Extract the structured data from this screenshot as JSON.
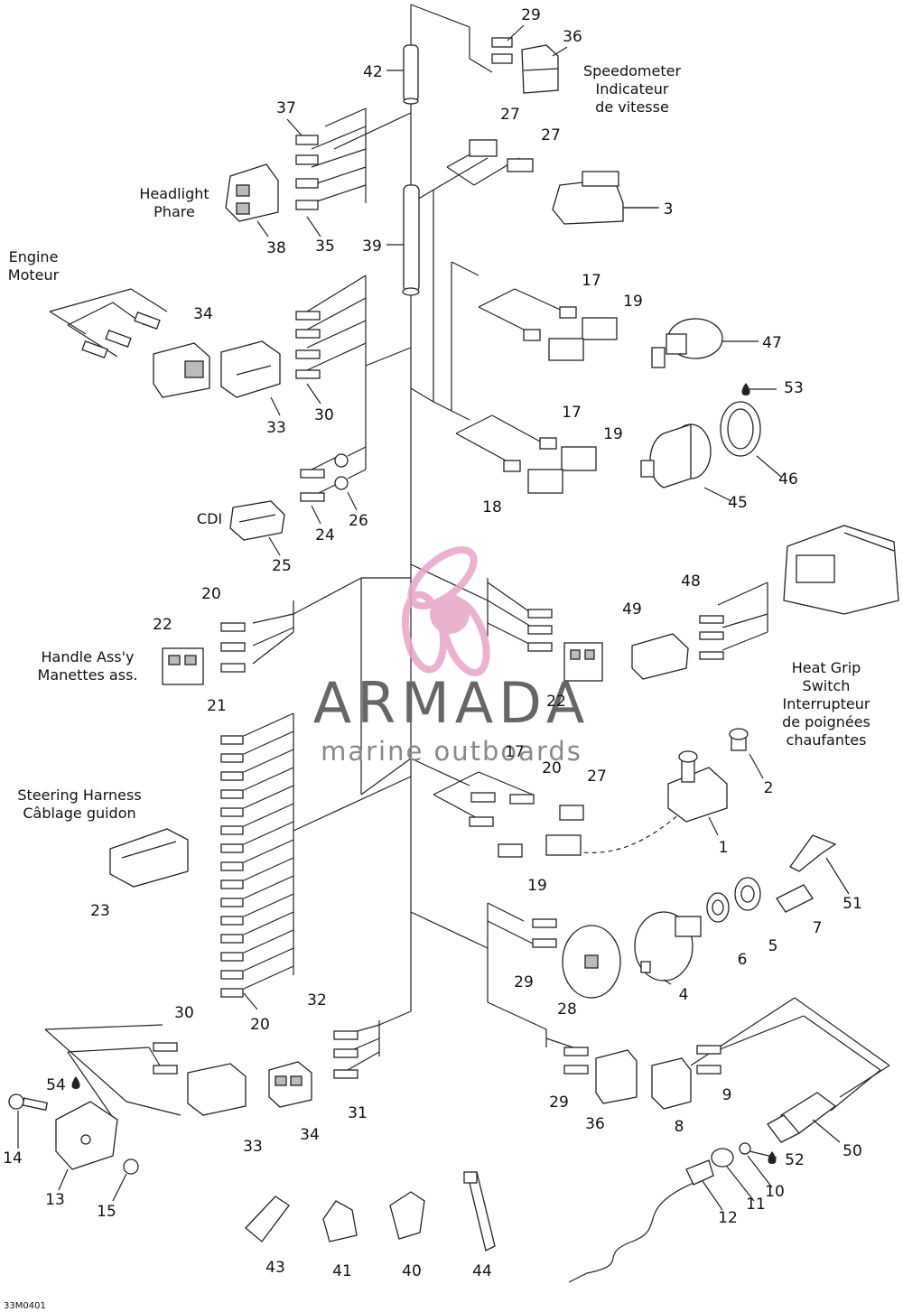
{
  "drawing_code": "33M0401",
  "group_captions": {
    "speedometer": [
      "Speedometer",
      "Indicateur",
      "de vitesse"
    ],
    "headlight": [
      "Headlight",
      "Phare"
    ],
    "engine": [
      "Engine",
      "Moteur"
    ],
    "cdi": [
      "CDI"
    ],
    "handle": [
      "Handle Ass'y",
      "Manettes ass."
    ],
    "steering": [
      "Steering Harness",
      "Câblage guidon"
    ],
    "heatgrip": [
      "Heat Grip",
      "Switch",
      "Interrupteur",
      "de poignées",
      "chaufantes"
    ]
  },
  "part_numbers": [
    "29",
    "36",
    "42",
    "37",
    "27",
    "27",
    "3",
    "38",
    "35",
    "39",
    "34",
    "17",
    "19",
    "47",
    "33",
    "30",
    "53",
    "17",
    "19",
    "46",
    "18",
    "45",
    "24",
    "26",
    "25",
    "20",
    "48",
    "22",
    "49",
    "22",
    "21",
    "17",
    "20",
    "27",
    "2",
    "1",
    "19",
    "51",
    "23",
    "7",
    "5",
    "6",
    "28",
    "29",
    "4",
    "30",
    "32",
    "20",
    "36",
    "8",
    "9",
    "29",
    "54",
    "33",
    "34",
    "31",
    "50",
    "14",
    "52",
    "13",
    "10",
    "11",
    "15",
    "12",
    "43",
    "41",
    "40",
    "44"
  ],
  "legend_colors": {
    "line": "#222222",
    "watermark_pink": "#e8a5c8",
    "watermark_text": "#666666"
  },
  "watermark": {
    "brand": "ARMADA",
    "tagline": "marine outboards"
  }
}
